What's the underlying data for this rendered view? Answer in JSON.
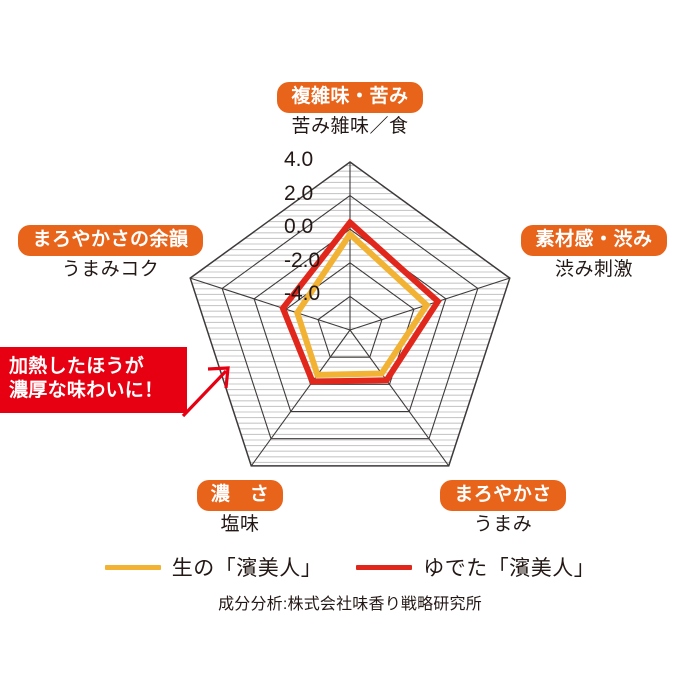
{
  "chart_data": {
    "type": "radar",
    "title": "",
    "categories": [
      "複雑味・苦み",
      "素材感・渋み",
      "まろやかさ",
      "濃　さ",
      "まろやかさの余韻"
    ],
    "category_sublabels": [
      "苦み雑味／食",
      "渋み刺激",
      "うまみ",
      "塩味",
      "うまみコク"
    ],
    "tick_labels": [
      "4.0",
      "2.0",
      "0.0",
      "-2.0",
      "-4.0"
    ],
    "ticks": [
      4.0,
      2.0,
      0.0,
      -2.0,
      -4.0
    ],
    "rlim": [
      -6.0,
      4.0
    ],
    "grid": true,
    "legend_position": "bottom",
    "series": [
      {
        "name": "生の「濱美人」",
        "color": "#f2b233",
        "values": [
          -0.3,
          -1.2,
          -2.8,
          -2.7,
          -2.7
        ]
      },
      {
        "name": "ゆでた「濱美人」",
        "color": "#e1261c",
        "values": [
          0.4,
          -0.5,
          -2.3,
          -2.2,
          -1.8
        ]
      }
    ]
  },
  "axes": [
    {
      "id": "top",
      "badge": "複雑味・苦み",
      "sub": "苦み雑味／食"
    },
    {
      "id": "right",
      "badge": "素材感・渋み",
      "sub": "渋み刺激"
    },
    {
      "id": "botright",
      "badge": "まろやかさ",
      "sub": "うまみ"
    },
    {
      "id": "botleft",
      "badge": "濃　さ",
      "sub": "塩味"
    },
    {
      "id": "left",
      "badge": "まろやかさの余韻",
      "sub": "うまみコク"
    }
  ],
  "ticks": {
    "t0": "4.0",
    "t1": "2.0",
    "t2": "0.0",
    "t3": "-2.0",
    "t4": "-4.0"
  },
  "callout": {
    "line1": "加熱したほうが",
    "line2": "濃厚な味わいに！",
    "bg_color": "#e60012",
    "text_color": "#ffffff",
    "arrow_icon": "arrow-up-right-icon"
  },
  "legend": {
    "items": [
      {
        "label": "生の「濱美人」",
        "color": "#f2b233"
      },
      {
        "label": "ゆでた「濱美人」",
        "color": "#e1261c"
      }
    ]
  },
  "credit": "成分分析:株式会社味香り戦略研究所",
  "colors": {
    "badge_orange": "#e8641b",
    "callout_red": "#e60012",
    "series_yellow": "#f2b233",
    "series_red": "#e1261c",
    "grid_line": "#3e3a39",
    "hatch_line": "#c9c9c9",
    "text": "#231815"
  }
}
